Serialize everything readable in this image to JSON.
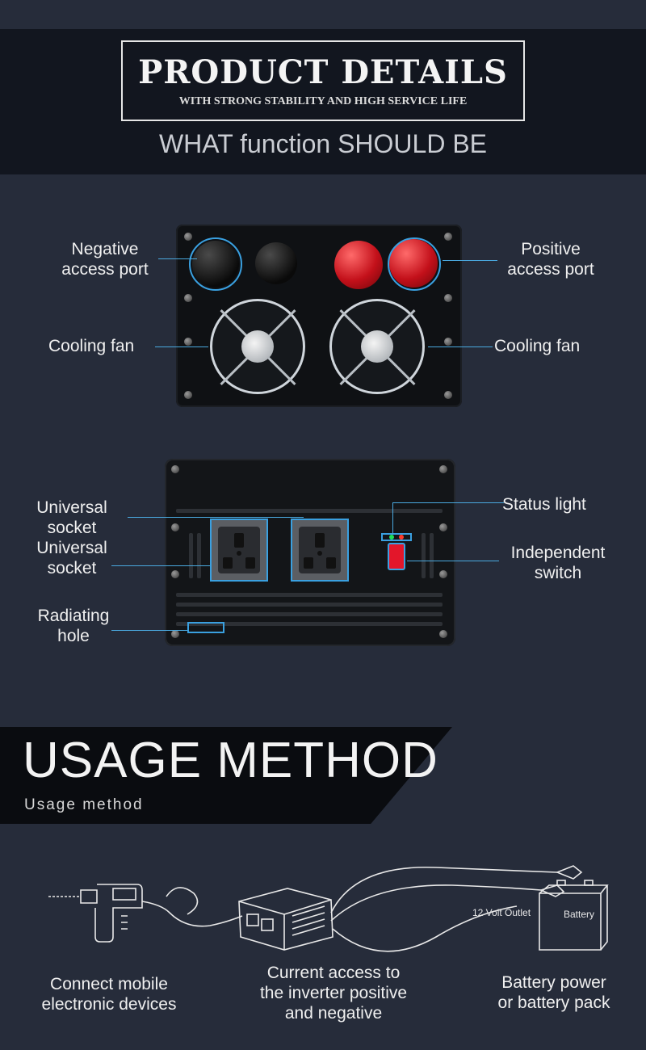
{
  "header": {
    "title": "PRODUCT DETAILS",
    "subtitle": "WITH STRONG STABILITY AND HIGH SERVICE LIFE",
    "tagline": "WHAT function SHOULD BE"
  },
  "panel_front": {
    "labels": {
      "negative_port": "Negative\naccess port",
      "positive_port": "Positive\naccess port",
      "cooling_fan_left": "Cooling fan",
      "cooling_fan_right": "Cooling fan"
    }
  },
  "panel_back": {
    "labels": {
      "socket_1": "Universal\nsocket",
      "socket_2": "Universal\nsocket",
      "radiating_hole": "Radiating\nhole",
      "status_light": "Status light",
      "independent_switch": "Independent\nswitch"
    }
  },
  "usage": {
    "title": "USAGE METHOD",
    "subtitle": "Usage method",
    "sketch_labels": {
      "outlet": "12 Volt Outlet",
      "battery": "Battery"
    },
    "steps": [
      "Connect mobile\nelectronic devices",
      "Current access to\nthe inverter positive\nand negative",
      "Battery power\nor battery pack"
    ]
  },
  "colors": {
    "background": "#262c3a",
    "header_band": "#12161f",
    "leader_line": "#4aa9df",
    "knob_red": "#c3101a"
  }
}
